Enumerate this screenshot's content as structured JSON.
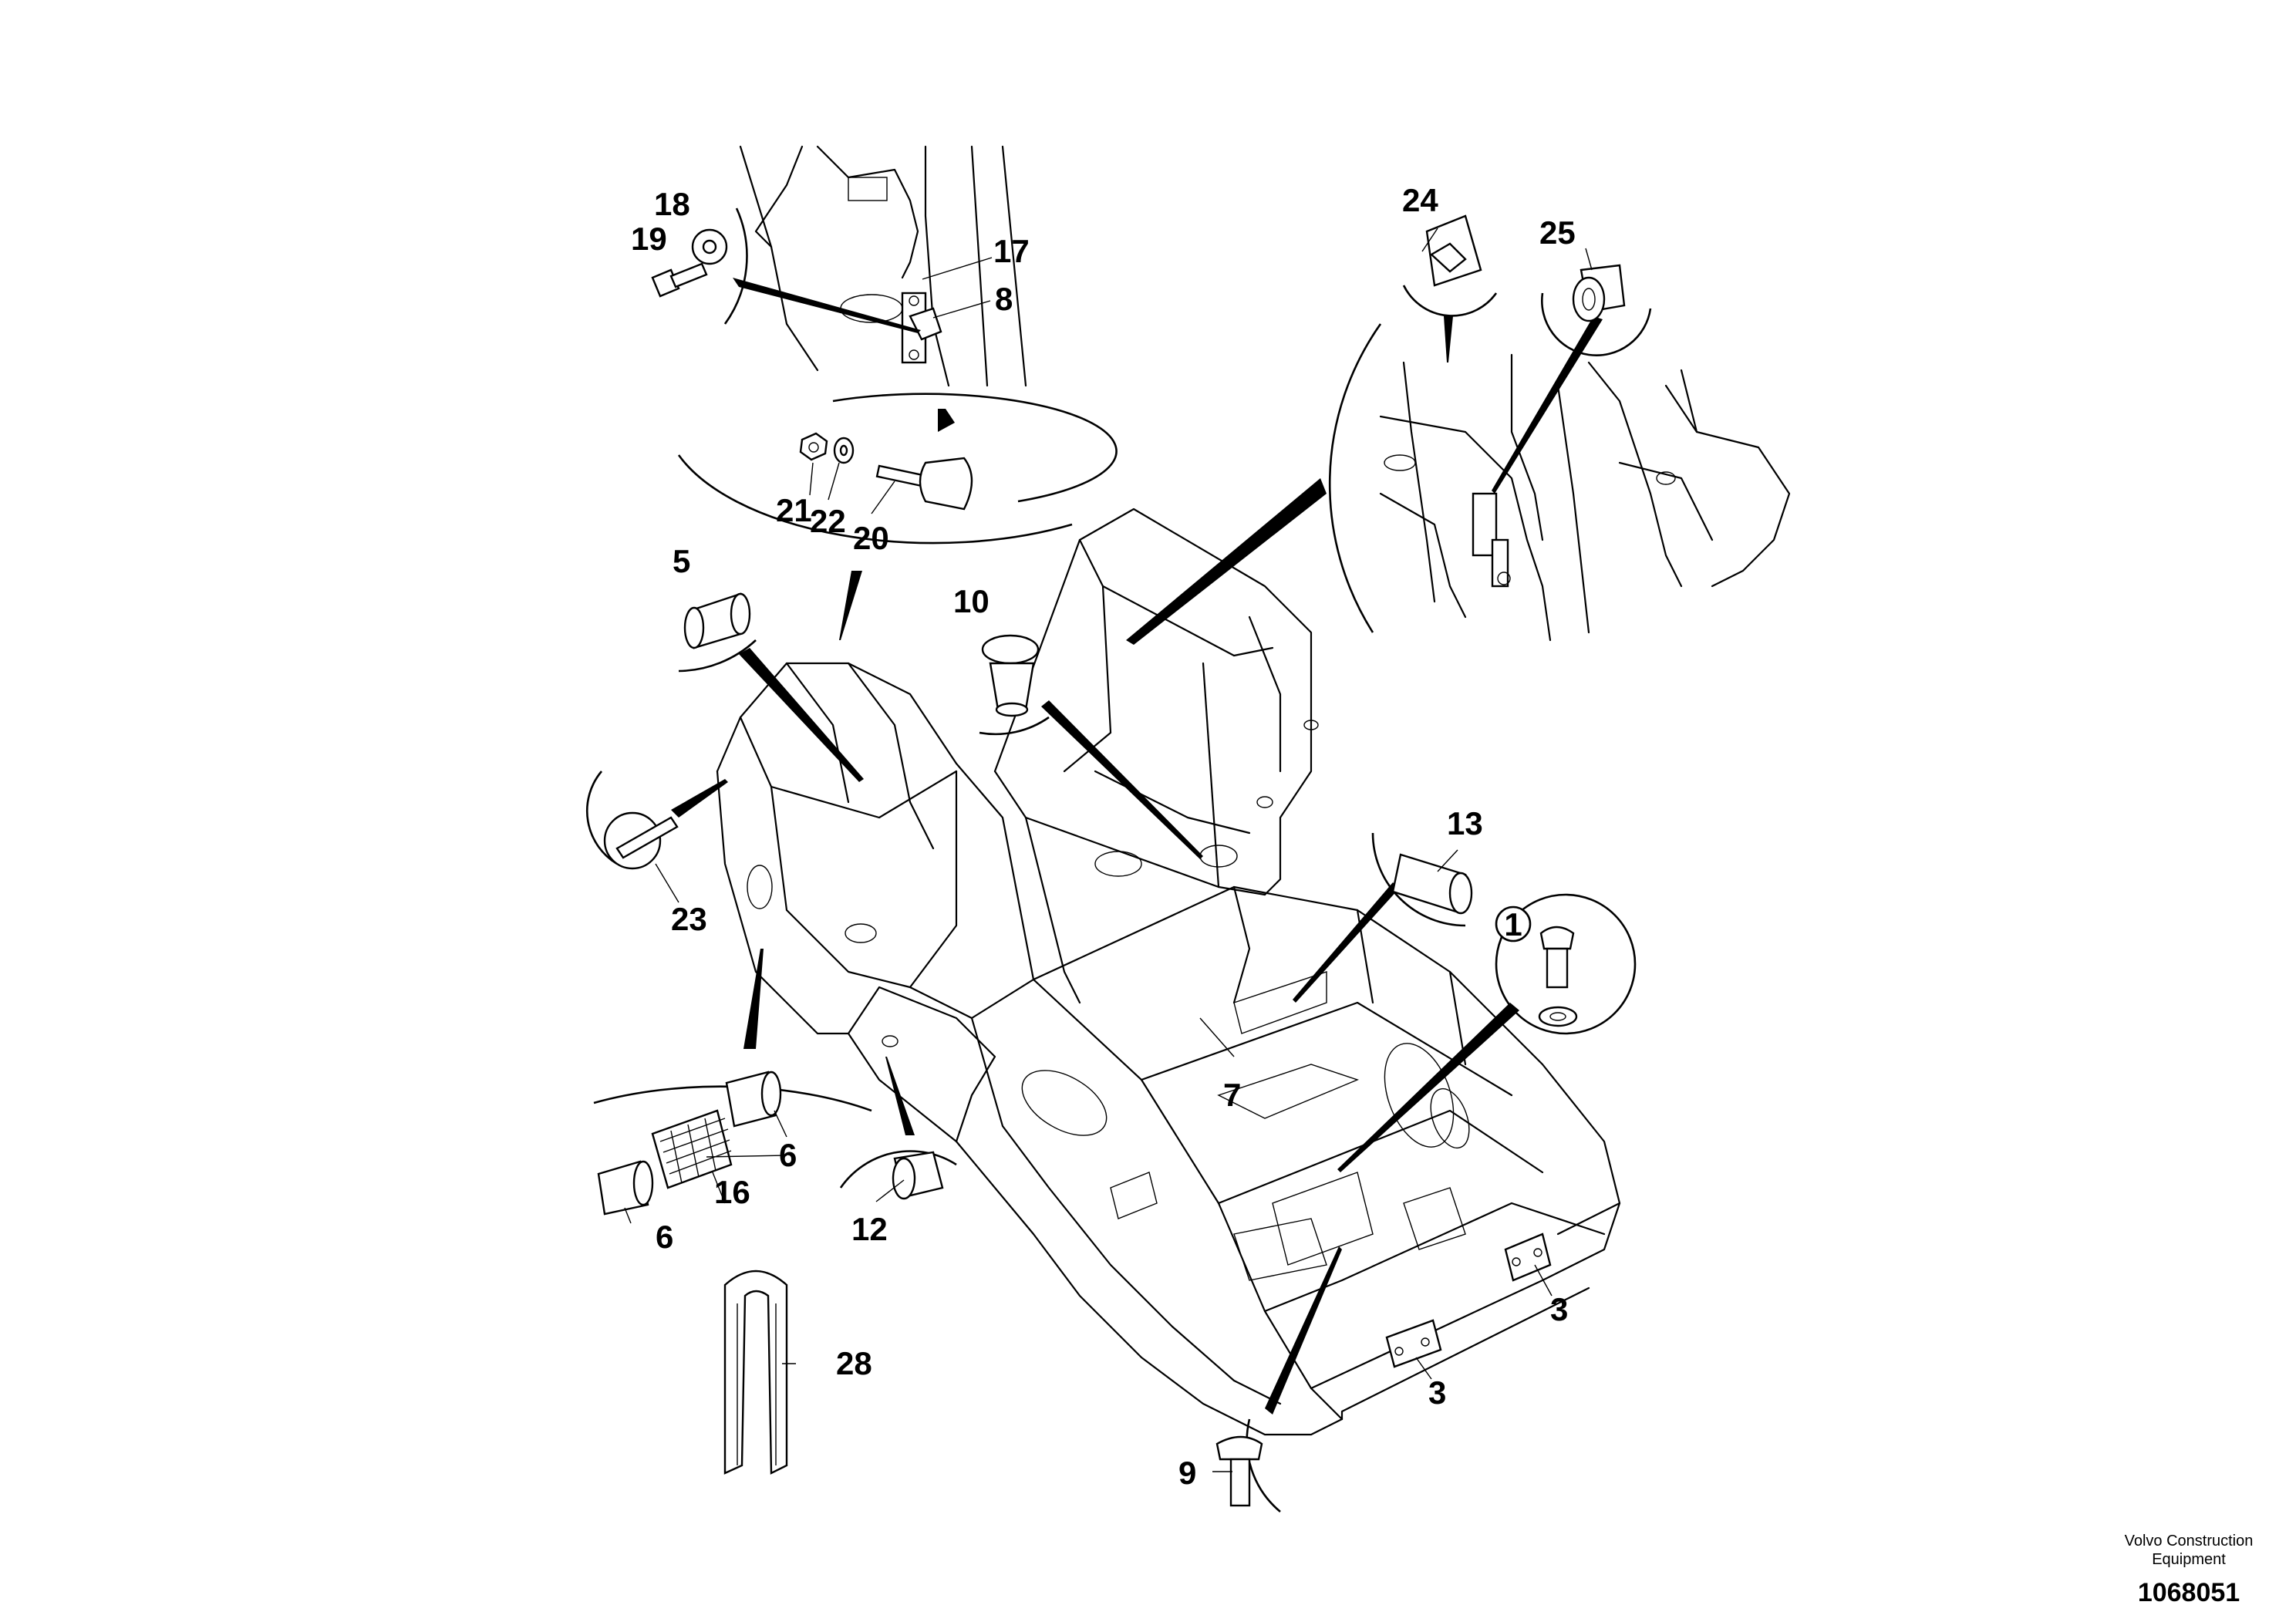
{
  "diagram": {
    "callouts": [
      "18",
      "19",
      "17",
      "8",
      "21",
      "22",
      "20",
      "5",
      "10",
      "23",
      "24",
      "25",
      "13",
      "1",
      "7",
      "6",
      "16",
      "6",
      "12",
      "28",
      "3",
      "3",
      "9"
    ],
    "footer": {
      "brand_line1": "Volvo Construction",
      "brand_line2": "Equipment",
      "figure_number": "1068051"
    }
  }
}
